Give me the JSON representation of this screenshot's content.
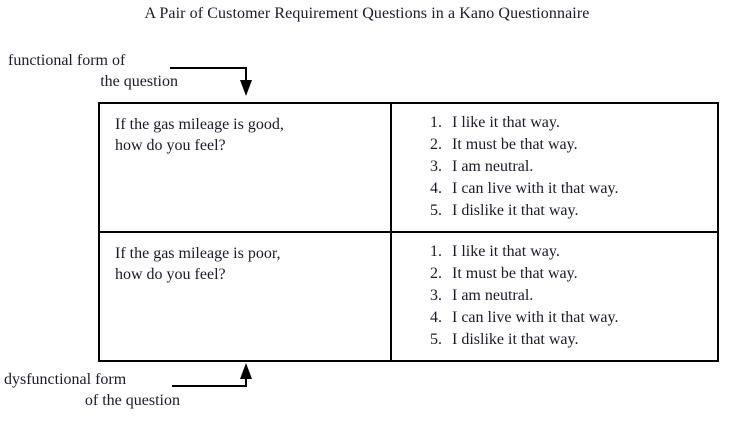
{
  "figure": {
    "title": "A Pair of Customer Requirement Questions in a Kano Questionnaire"
  },
  "callouts": {
    "functional": {
      "line1": "functional form of",
      "line2": "the question"
    },
    "dysfunctional": {
      "line1": "dysfunctional form",
      "line2": "of the question"
    }
  },
  "table": {
    "rows": [
      {
        "form": "functional",
        "question": {
          "line1": "If the gas mileage is good,",
          "line2": "how do you feel?"
        },
        "answers": [
          {
            "num": "1.",
            "text": "I like it that way."
          },
          {
            "num": "2.",
            "text": "It must be that way."
          },
          {
            "num": "3.",
            "text": "I am neutral."
          },
          {
            "num": "4.",
            "text": "I can live with it that way."
          },
          {
            "num": "5.",
            "text": "I dislike it that way."
          }
        ]
      },
      {
        "form": "dysfunctional",
        "question": {
          "line1": "If the gas mileage is poor,",
          "line2": "how do you feel?"
        },
        "answers": [
          {
            "num": "1.",
            "text": "I like it that way."
          },
          {
            "num": "2.",
            "text": "It must be that way."
          },
          {
            "num": "3.",
            "text": "I am neutral."
          },
          {
            "num": "4.",
            "text": "I can live with it that way."
          },
          {
            "num": "5.",
            "text": "I dislike it that way."
          }
        ]
      }
    ]
  },
  "colors": {
    "ink": "#1a1a28",
    "rule": "#000000",
    "background": "#ffffff"
  }
}
